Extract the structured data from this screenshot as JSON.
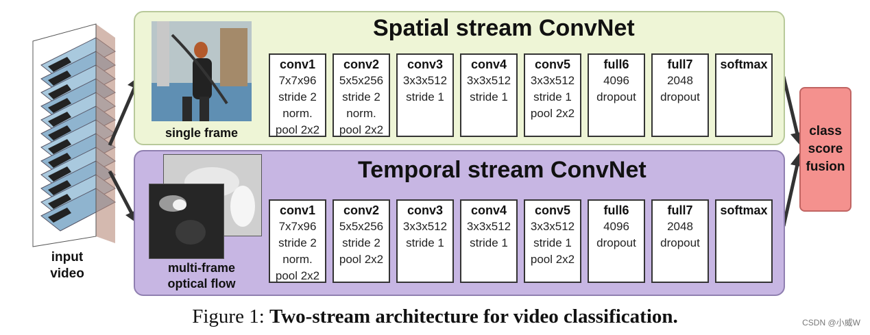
{
  "input": {
    "label_line1": "input",
    "label_line2": "video"
  },
  "spatial": {
    "title": "Spatial stream ConvNet",
    "image_caption": "single frame",
    "layers": [
      {
        "name": "conv1",
        "lines": [
          "7x7x96",
          "stride 2",
          "norm.",
          "pool 2x2"
        ]
      },
      {
        "name": "conv2",
        "lines": [
          "5x5x256",
          "stride 2",
          "norm.",
          "pool 2x2"
        ]
      },
      {
        "name": "conv3",
        "lines": [
          "3x3x512",
          "stride 1"
        ]
      },
      {
        "name": "conv4",
        "lines": [
          "3x3x512",
          "stride 1"
        ]
      },
      {
        "name": "conv5",
        "lines": [
          "3x3x512",
          "stride 1",
          "pool 2x2"
        ]
      },
      {
        "name": "full6",
        "lines": [
          "4096",
          "dropout"
        ]
      },
      {
        "name": "full7",
        "lines": [
          "2048",
          "dropout"
        ]
      },
      {
        "name": "softmax",
        "lines": []
      }
    ]
  },
  "temporal": {
    "title": "Temporal stream ConvNet",
    "image_caption_line1": "multi-frame",
    "image_caption_line2": "optical flow",
    "layers": [
      {
        "name": "conv1",
        "lines": [
          "7x7x96",
          "stride 2",
          "norm.",
          "pool 2x2"
        ]
      },
      {
        "name": "conv2",
        "lines": [
          "5x5x256",
          "stride 2",
          "pool 2x2"
        ]
      },
      {
        "name": "conv3",
        "lines": [
          "3x3x512",
          "stride 1"
        ]
      },
      {
        "name": "conv4",
        "lines": [
          "3x3x512",
          "stride 1"
        ]
      },
      {
        "name": "conv5",
        "lines": [
          "3x3x512",
          "stride 1",
          "pool 2x2"
        ]
      },
      {
        "name": "full6",
        "lines": [
          "4096",
          "dropout"
        ]
      },
      {
        "name": "full7",
        "lines": [
          "2048",
          "dropout"
        ]
      },
      {
        "name": "softmax",
        "lines": []
      }
    ]
  },
  "fusion": {
    "line1": "class",
    "line2": "score",
    "line3": "fusion"
  },
  "figure": {
    "prefix": "Figure 1: ",
    "title": "Two-stream architecture for video classification."
  },
  "watermark": "CSDN @小威W",
  "colors": {
    "spatial_bg": "#eef5d6",
    "temporal_bg": "#c7b6e3",
    "fusion_bg": "#f4918e"
  }
}
